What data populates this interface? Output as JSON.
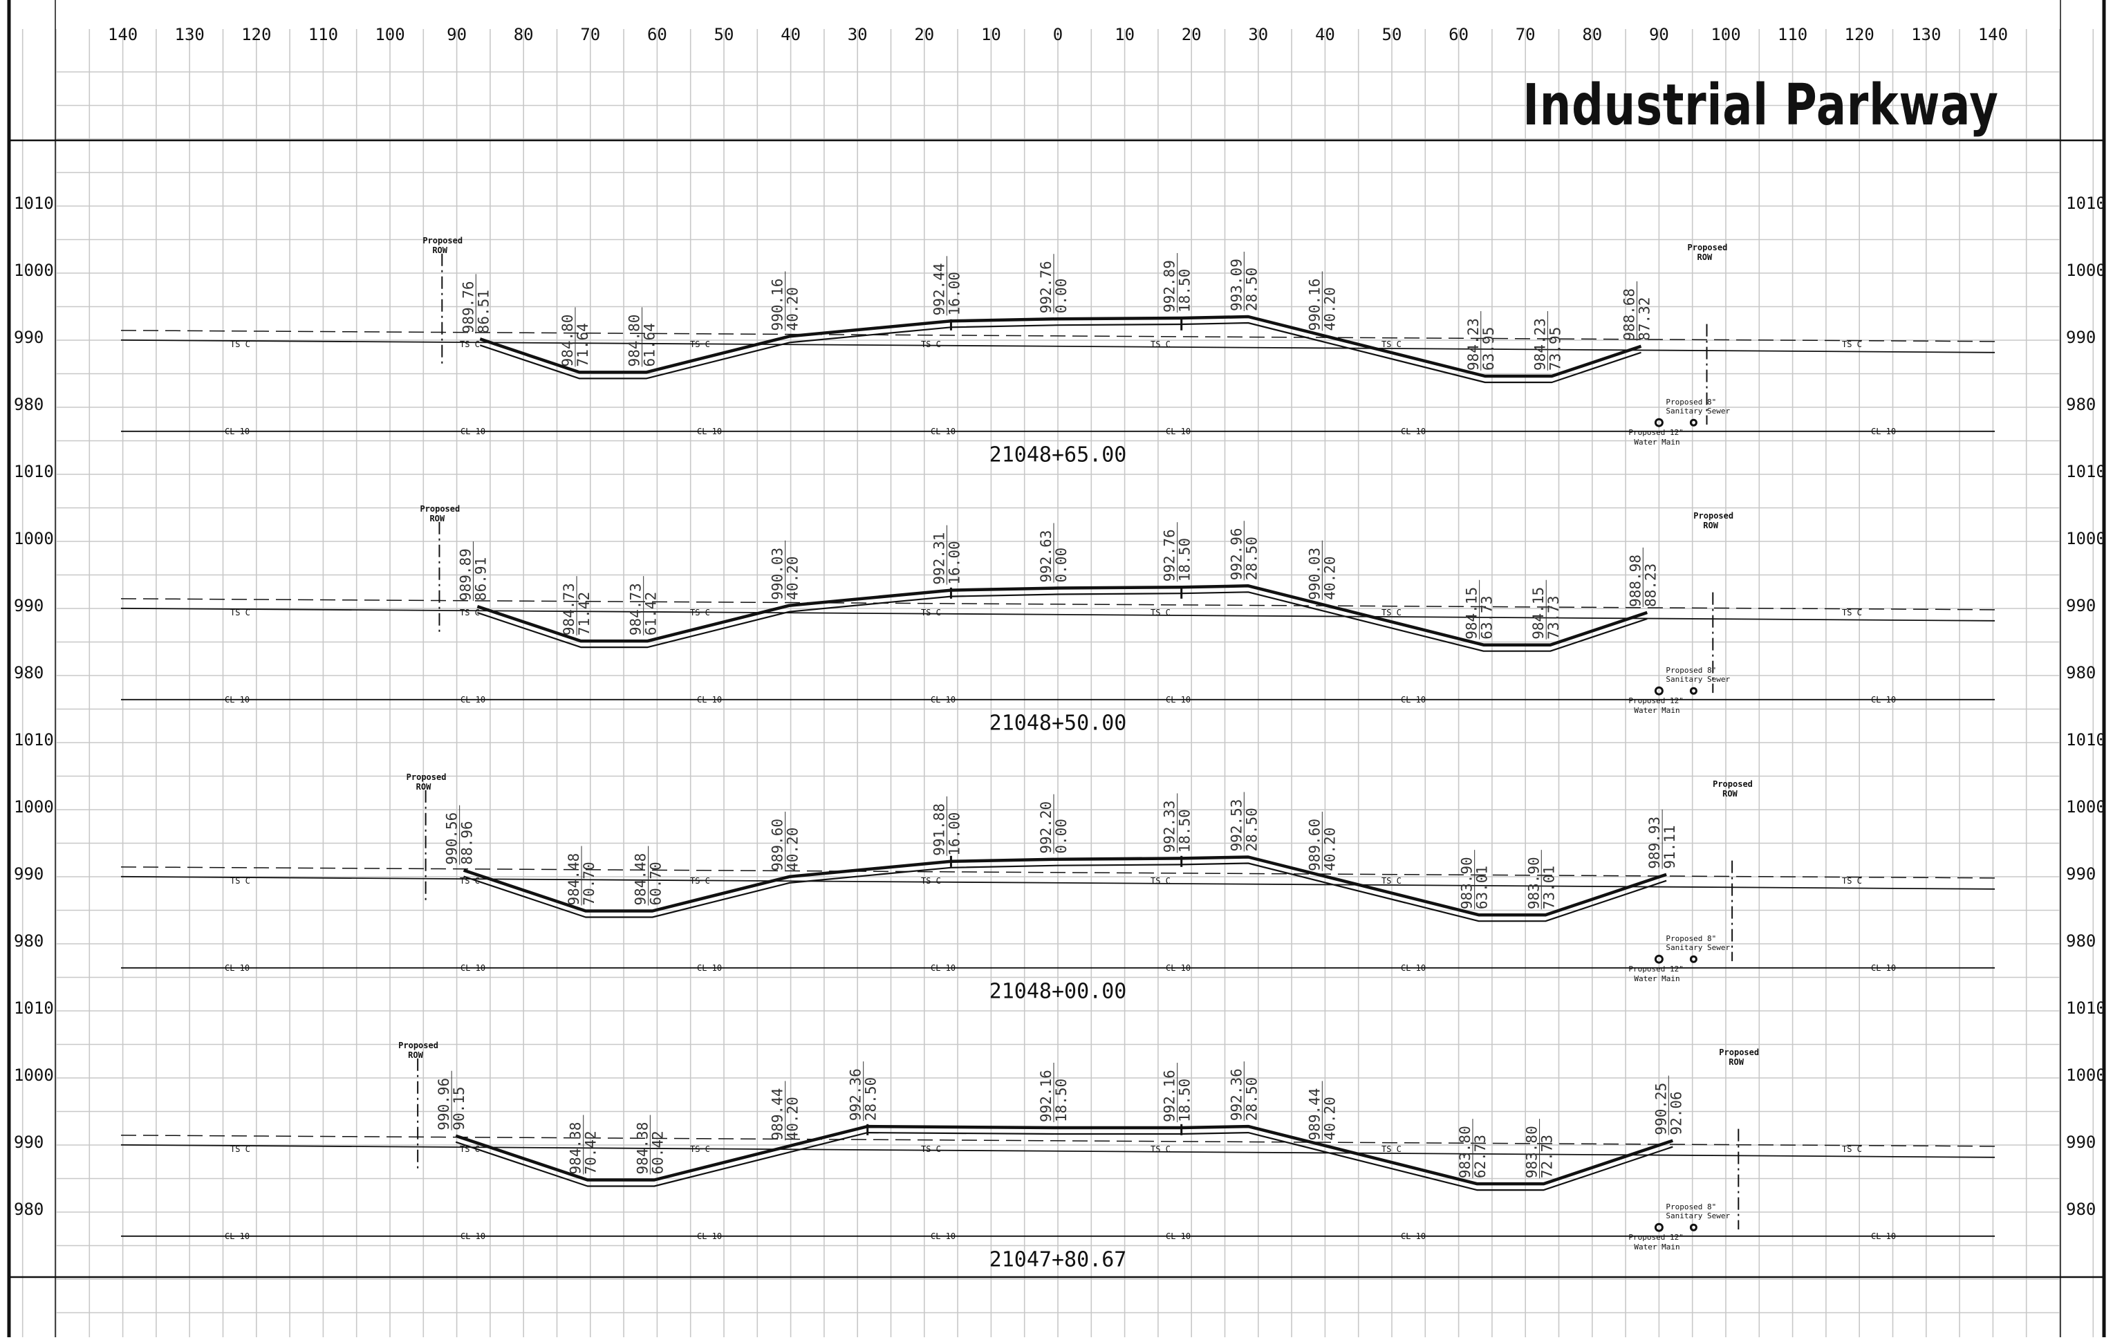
{
  "title": "Industrial Parkway",
  "offset_labels": [
    "140",
    "130",
    "120",
    "110",
    "100",
    "90",
    "80",
    "70",
    "60",
    "50",
    "40",
    "30",
    "20",
    "10",
    "0",
    "10",
    "20",
    "30",
    "40",
    "50",
    "60",
    "70",
    "80",
    "90",
    "100",
    "110",
    "120",
    "130",
    "140"
  ],
  "annotation_texts": {
    "ts": "TS C",
    "cl": "CL 10",
    "row_line1": "Proposed",
    "row_line2": "ROW",
    "sewer_line1": "Proposed 8\"",
    "sewer_line2": "Sanitary Sewer",
    "water_line1": "Proposed 12\"",
    "water_line2": "Water Main"
  },
  "colors": {
    "ink": "#111111",
    "grid": "#c8c8c8",
    "label": "#333333"
  },
  "sections": [
    {
      "station": "21048+65.00",
      "elev_labels": [
        "1010",
        "1000",
        "990",
        "980"
      ],
      "points": [
        {
          "elev": "989.76",
          "offset": "86.51"
        },
        {
          "elev": "984.80",
          "offset": "71.64"
        },
        {
          "elev": "984.80",
          "offset": "61.64"
        },
        {
          "elev": "990.16",
          "offset": "40.20"
        },
        {
          "elev": "992.44",
          "offset": "16.00"
        },
        {
          "elev": "992.76",
          "offset": "0.00"
        },
        {
          "elev": "992.89",
          "offset": "18.50"
        },
        {
          "elev": "993.09",
          "offset": "28.50"
        },
        {
          "elev": "990.16",
          "offset": "40.20"
        },
        {
          "elev": "984.23",
          "offset": "63.95"
        },
        {
          "elev": "984.23",
          "offset": "73.95"
        },
        {
          "elev": "988.68",
          "offset": "87.32"
        }
      ]
    },
    {
      "station": "21048+50.00",
      "elev_labels": [
        "1010",
        "1000",
        "990",
        "980"
      ],
      "points": [
        {
          "elev": "989.89",
          "offset": "86.91"
        },
        {
          "elev": "984.73",
          "offset": "71.42"
        },
        {
          "elev": "984.73",
          "offset": "61.42"
        },
        {
          "elev": "990.03",
          "offset": "40.20"
        },
        {
          "elev": "992.31",
          "offset": "16.00"
        },
        {
          "elev": "992.63",
          "offset": "0.00"
        },
        {
          "elev": "992.76",
          "offset": "18.50"
        },
        {
          "elev": "992.96",
          "offset": "28.50"
        },
        {
          "elev": "990.03",
          "offset": "40.20"
        },
        {
          "elev": "984.15",
          "offset": "63.73"
        },
        {
          "elev": "984.15",
          "offset": "73.73"
        },
        {
          "elev": "988.98",
          "offset": "88.23"
        }
      ]
    },
    {
      "station": "21048+00.00",
      "elev_labels": [
        "1010",
        "1000",
        "990",
        "980"
      ],
      "points": [
        {
          "elev": "990.56",
          "offset": "88.96"
        },
        {
          "elev": "984.48",
          "offset": "70.70"
        },
        {
          "elev": "984.48",
          "offset": "60.70"
        },
        {
          "elev": "989.60",
          "offset": "40.20"
        },
        {
          "elev": "991.88",
          "offset": "16.00"
        },
        {
          "elev": "992.20",
          "offset": "0.00"
        },
        {
          "elev": "992.33",
          "offset": "18.50"
        },
        {
          "elev": "992.53",
          "offset": "28.50"
        },
        {
          "elev": "989.60",
          "offset": "40.20"
        },
        {
          "elev": "983.90",
          "offset": "63.01"
        },
        {
          "elev": "983.90",
          "offset": "73.01"
        },
        {
          "elev": "989.93",
          "offset": "91.11"
        }
      ]
    },
    {
      "station": "21047+80.67",
      "elev_labels": [
        "1010",
        "1000",
        "990",
        "980"
      ],
      "points": [
        {
          "elev": "990.96",
          "offset": "90.15"
        },
        {
          "elev": "984.38",
          "offset": "70.42"
        },
        {
          "elev": "984.38",
          "offset": "60.42"
        },
        {
          "elev": "989.44",
          "offset": "40.20"
        },
        {
          "elev": "992.36",
          "offset": "28.50"
        },
        {
          "elev": "992.16",
          "offset": "18.50"
        },
        {
          "elev": "992.16",
          "offset": "18.50"
        },
        {
          "elev": "992.36",
          "offset": "28.50"
        },
        {
          "elev": "989.44",
          "offset": "40.20"
        },
        {
          "elev": "983.80",
          "offset": "62.73"
        },
        {
          "elev": "983.80",
          "offset": "72.73"
        },
        {
          "elev": "990.25",
          "offset": "92.06"
        }
      ]
    }
  ]
}
